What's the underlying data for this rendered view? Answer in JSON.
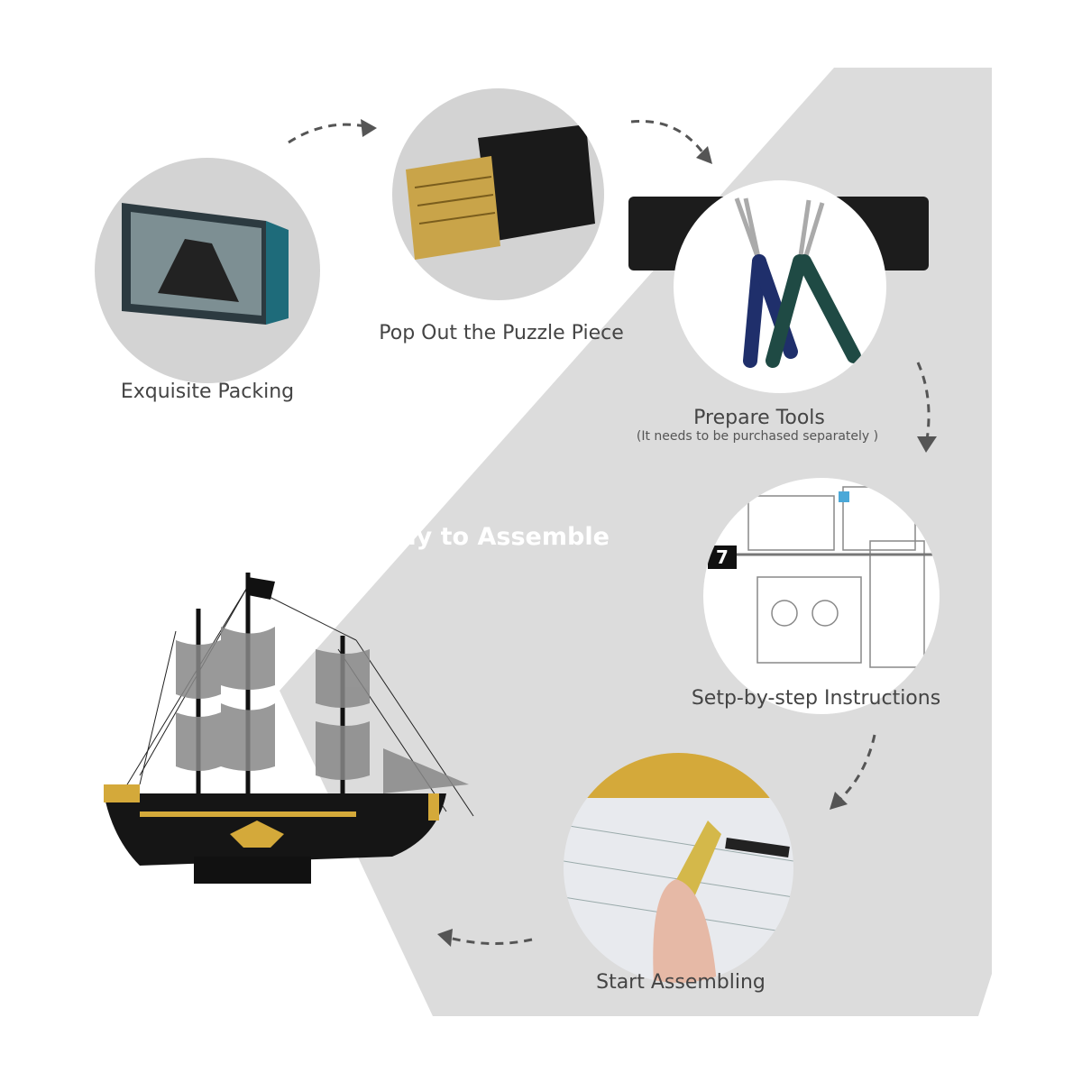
{
  "steps": [
    {
      "label": "Exquisite Packing"
    },
    {
      "label": "Pop Out the Puzzle Piece"
    },
    {
      "label": "Prepare Tools",
      "note": "(It needs to be purchased separately )"
    },
    {
      "label": "Setp-by-step Instructions",
      "step_badge": "7"
    },
    {
      "label": "Start Assembling"
    }
  ],
  "banner": "Ready to Assemble",
  "colors": {
    "panel": "#dcdcdc",
    "arrow": "#555555",
    "gold": "#d4a93a",
    "pliers_blue": "#1f2f6b",
    "pliers_green": "#1f4a44"
  }
}
